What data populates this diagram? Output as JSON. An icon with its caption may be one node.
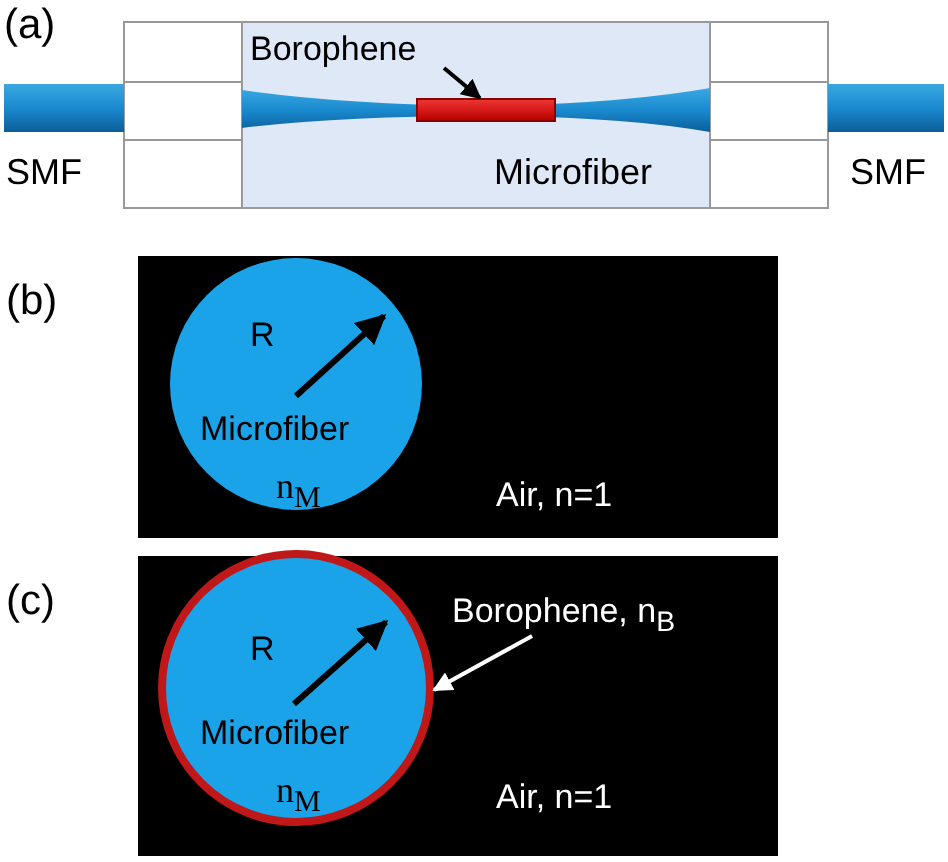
{
  "diagram": {
    "nodes": [
      {
        "text": [
          "Borophene"
        ]
      },
      {
        "text": [],
        "shape": "bar"
      },
      {
        "text": [
          "Air, n=1"
        ]
      },
      {
        "text": [
          "R",
          "Microfiber",
          "n$_{M}$"
        ],
        "in": 2
      },
      {
        "text": [
          "Air, n=1"
        ]
      },
      {
        "text": [
          "R",
          "Microfiber",
          "n$_{M}$"
        ],
        "in": 4
      },
      {
        "text": [
          "Borophene, n$_{B}$"
        ],
        "in": 4
      }
    ],
    "edges": [
      {
        "from": 0,
        "to": 1,
        "arrow": "to"
      },
      {
        "from": 6,
        "to": 5,
        "arrow": "to",
        "color": "#ffffff"
      }
    ],
    "labels": [
      "(a)",
      "SMF",
      "Microfiber",
      "SMF",
      "(b)",
      "(c)"
    ]
  }
}
